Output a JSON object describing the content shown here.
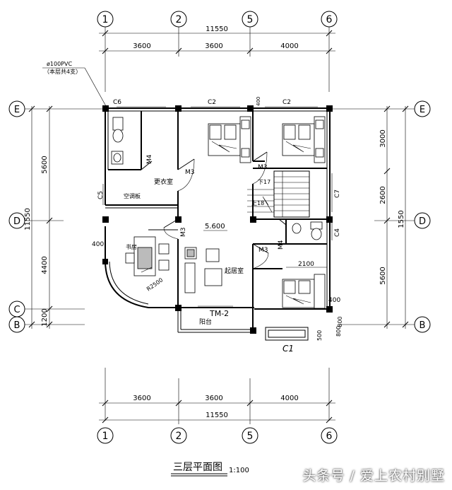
{
  "drawing": {
    "title": "三层平面图",
    "scale": "1:100",
    "axes_v": [
      "1",
      "2",
      "5",
      "6"
    ],
    "axes_h": [
      "E",
      "D",
      "C",
      "B"
    ],
    "dims_top": [
      "3600",
      "3600",
      "4000"
    ],
    "total_top": "11550",
    "dims_bottom": [
      "3600",
      "3600",
      "4000"
    ],
    "total_bottom": "11550",
    "dims_left": [
      "5600",
      "4400",
      "1200"
    ],
    "total_left": "11550",
    "dims_right": [
      "3000",
      "2600",
      "5600",
      "800",
      "1550"
    ],
    "pipe_note": [
      "ø100PVC",
      "（本层共4支）"
    ],
    "rooms": {
      "cloak": "更衣室",
      "ac_board": "空调板",
      "study": "书房",
      "bedroom": "起居室",
      "balcony": "阳台",
      "elev": "5.600"
    },
    "labels": {
      "c6": "C6",
      "c2a": "C2",
      "c2b": "C2",
      "c5": "C5",
      "c7": "C7",
      "c4": "C4",
      "c1": "C1",
      "m4a": "M4",
      "m3a": "M3",
      "m3b": "M3",
      "m3c": "M3",
      "m3d": "M3",
      "m4b": "M4",
      "tm2": "TM-2",
      "down": "下17",
      "up": "上18",
      "r2500": "R2500",
      "d2100": "2100",
      "d400a": "400",
      "d400b": "400",
      "d400c": "400",
      "d800": "800",
      "d500": "500"
    }
  },
  "watermark": "头条号 / 爱上农村别墅"
}
